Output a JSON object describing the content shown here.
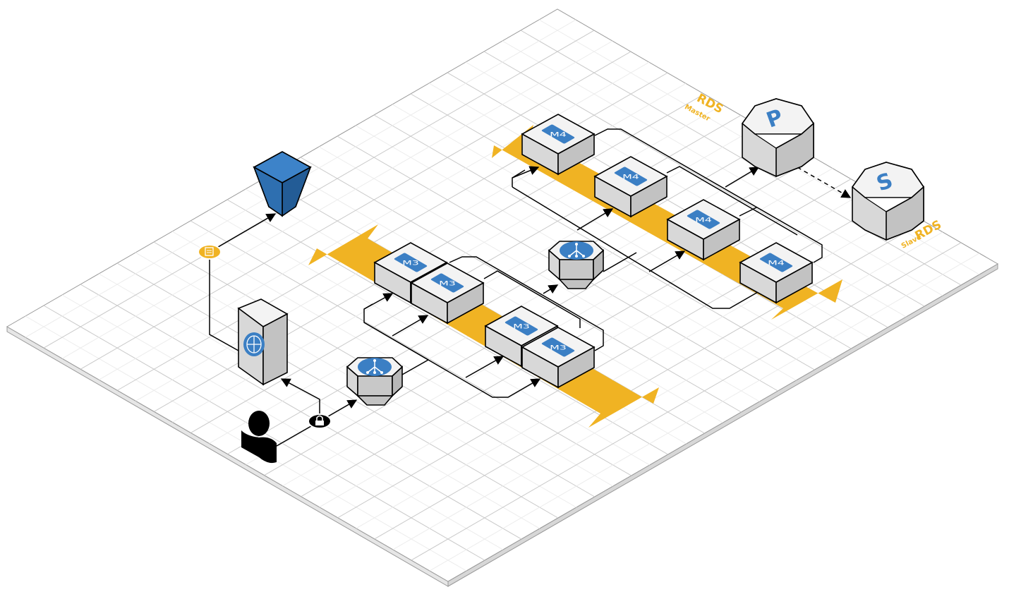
{
  "colors": {
    "accent": "#f0b323",
    "badge": "#3b7fc4",
    "box_top": "#f3f3f3",
    "box_left": "#d8d8d8",
    "box_right": "#c2c2c2",
    "s3_bucket": "#2e6fb0"
  },
  "instances_m3": [
    {
      "label": "M3"
    },
    {
      "label": "M3"
    },
    {
      "label": "M3"
    },
    {
      "label": "M3"
    }
  ],
  "instances_m4": [
    {
      "label": "M4"
    },
    {
      "label": "M4"
    },
    {
      "label": "M4"
    },
    {
      "label": "M4"
    }
  ],
  "rds_master": {
    "title": "RDS",
    "subtitle": "Master",
    "letter": "P"
  },
  "rds_slave": {
    "title": "RDS",
    "subtitle": "Slave",
    "letter": "S"
  },
  "icons": {
    "user": "user-icon",
    "gateway": "lock-icon",
    "web_server": "globe-icon",
    "load_balancer": "load-balancer-icon",
    "storage": "s3-bucket-icon",
    "object": "document-icon"
  }
}
